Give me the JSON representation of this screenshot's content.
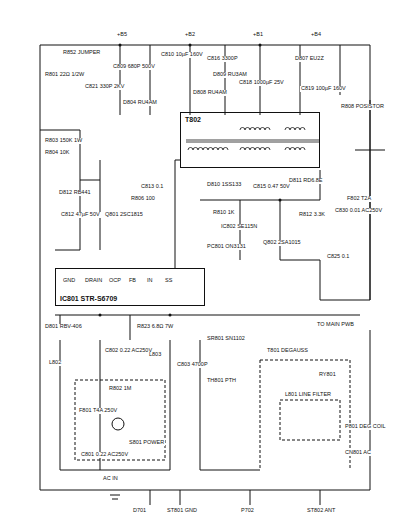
{
  "diagram": {
    "nodes": [
      {
        "text": [
          "IC801 STR-S6709"
        ]
      },
      {
        "text": [
          "T802"
        ]
      }
    ],
    "edges": [
      {
        "from": 0,
        "to": 1,
        "arrow": "none"
      }
    ],
    "labels": [
      "+B5",
      "+B2",
      "+B1",
      "+B4",
      "R852 JUMPER",
      "R801 22Ω 1/2W",
      "C821 330P 2KV",
      "C809 680P 500V",
      "D804 RU4AM",
      "C810 10µF 160V",
      "D808 RU4AM",
      "C816 3300P",
      "D809 RU3AM",
      "C818 1000µF 25V",
      "D807 EU2Z",
      "C819 100µF 160V",
      "R808 POSISTOR",
      "F802 T2A",
      "C830 0.01 AC250V",
      "R803 150K 1W",
      "R804 10K",
      "D812 RB441",
      "C812 47µF 50V",
      "Q801 2SC1815",
      "R806 100",
      "C813 0.1",
      "D810 1SS133",
      "R810 1K",
      "C815 0.47 50V",
      "D811 RD6.8E",
      "IC802 SE115N",
      "PC801 ON3131",
      "Q802 2SA1015",
      "R812 3.3K",
      "C825 0.1",
      "GND",
      "DRAIN",
      "OCP",
      "FB",
      "IN",
      "SS",
      "D801 RBV-406",
      "R823 6.8Ω 7W",
      "L802",
      "C802 0.22 AC250V",
      "L803",
      "C803 4700P",
      "R802 1M",
      "SR801 SN1102",
      "TH801 PTH",
      "F801 T4A 250V",
      "S801 POWER",
      "C801 0.22 AC250V",
      "AC IN",
      "T801 DEGAUSS",
      "L801 LINE FILTER",
      "RY801",
      "P801 DEG COIL",
      "CN801 AC",
      "D701",
      "ST801 GND",
      "P702",
      "ST802 ANT",
      "TO MAIN PWB"
    ]
  }
}
